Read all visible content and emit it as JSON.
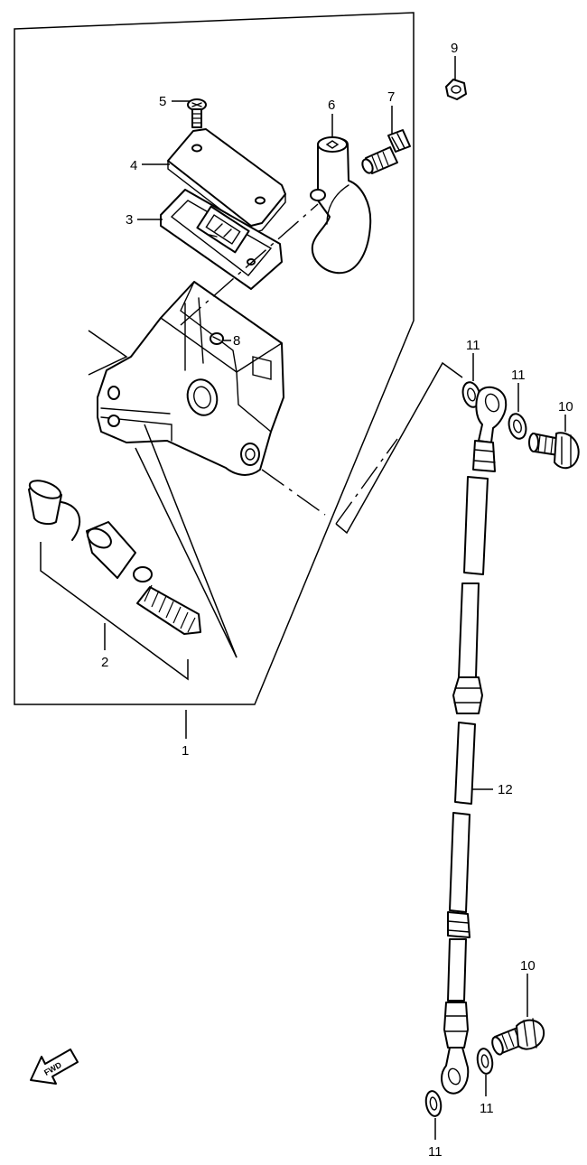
{
  "diagram": {
    "callouts": {
      "p1": "1",
      "p2": "2",
      "p3": "3",
      "p4": "4",
      "p5": "5",
      "p6": "6",
      "p7": "7",
      "p8": "8",
      "p9": "9",
      "p10a": "10",
      "p10b": "10",
      "p11a": "11",
      "p11b": "11",
      "p11c": "11",
      "p11d": "11",
      "p12": "12"
    },
    "fwd_marker": "FWD"
  }
}
